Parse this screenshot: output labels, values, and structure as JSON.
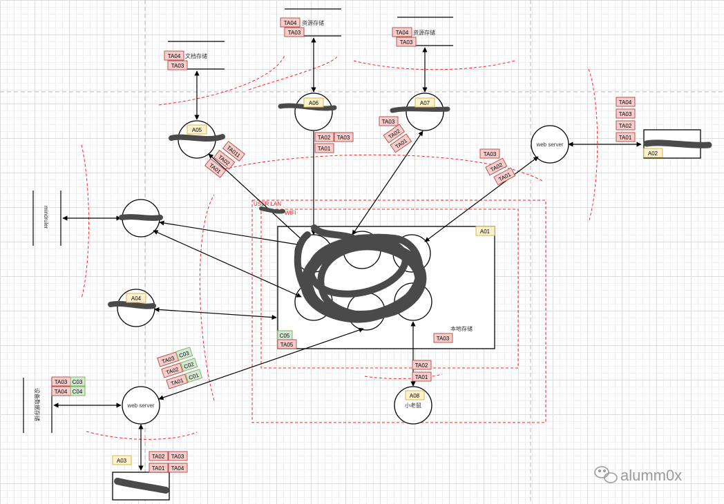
{
  "colors": {
    "tag_red_fill": "#f8cecc",
    "tag_red_stroke": "#b85450",
    "tag_yellow_fill": "#fff2cc",
    "tag_yellow_stroke": "#d6b656",
    "tag_green_fill": "#d5e8d4",
    "tag_green_stroke": "#82b366",
    "dashed_red": "#ff2020",
    "scribble": "#4a4a4a"
  },
  "labels": {
    "user_lan": "USER LAN",
    "wifi": "WIFI",
    "doc_storage": "文档存储",
    "resource_storage_1": "资源存储",
    "resource_storage_2": "资源存储",
    "local_storage": "本地存储",
    "small_mouse": "小老鼠",
    "web_server_right": "web server",
    "web_server_left": "web server",
    "mind_ruler": "mindruler",
    "db_storage": "设备数据存储"
  },
  "tags": {
    "a01": "A01",
    "a02": "A02",
    "a03": "A03",
    "a04": "A04",
    "a05": "A05",
    "a06": "A06",
    "a07": "A07",
    "a08": "A08",
    "ta01": "TA01",
    "ta02": "TA02",
    "ta03": "TA03",
    "ta04": "TA04",
    "ta05": "TA05",
    "ta011": "TA011",
    "c01": "C01",
    "c02": "C02",
    "c03": "C03",
    "c04": "C04",
    "c05": "C05"
  },
  "icons": {
    "watermark": "wechat-icon"
  },
  "watermark": "alumm0x"
}
